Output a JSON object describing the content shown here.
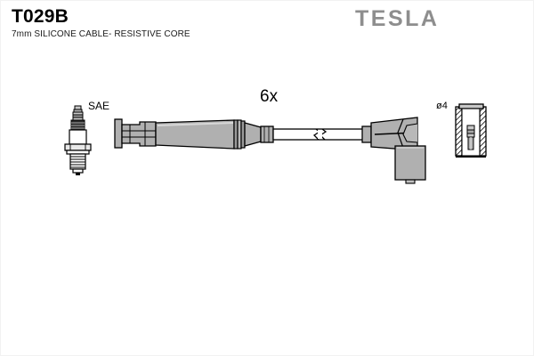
{
  "document": {
    "part_number": "T029B",
    "part_description": "7mm SILICONE CABLE- RESISTIVE CORE",
    "brand": "TESLA"
  },
  "annotations": {
    "quantity": "6x",
    "terminal_standard": "SAE",
    "terminal_diameter": "ø4"
  },
  "colors": {
    "background": "#ffffff",
    "outline": "#000000",
    "body_fill": "#b0b0b0",
    "body_fill_light": "#c8c8c8",
    "body_fill_dark": "#9a9a9a",
    "cable_fill": "#ffffff",
    "logo_gray": "#8e8e8e",
    "border_gray": "#f2f2f2"
  },
  "parts": [
    {
      "name": "spark-plug-sae",
      "label": "SAE"
    },
    {
      "name": "plug-boot-left",
      "label": ""
    },
    {
      "name": "ignition-cable",
      "label": ""
    },
    {
      "name": "cable-break-symbol",
      "label": ""
    },
    {
      "name": "right-angle-connector",
      "label": ""
    },
    {
      "name": "coil-terminal-socket",
      "label": "ø4"
    }
  ]
}
